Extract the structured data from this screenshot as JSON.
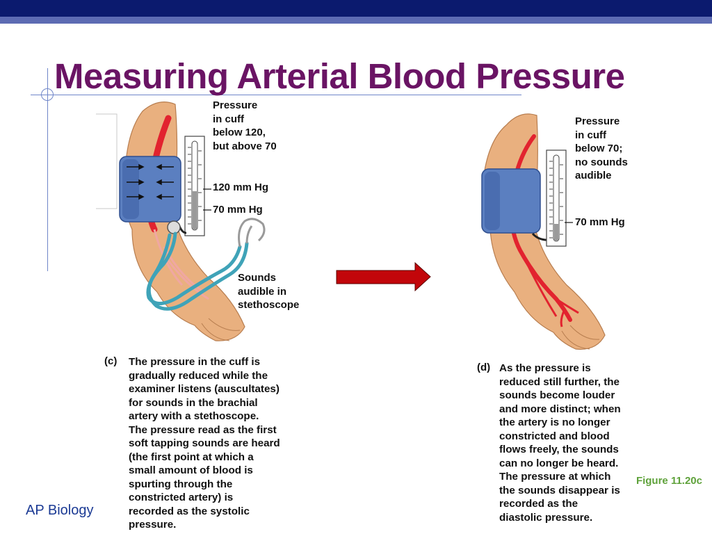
{
  "slide": {
    "title": "Measuring Arterial Blood Pressure",
    "footer_left": "AP Biology",
    "footer_right": "Figure 11.20c"
  },
  "panel_c": {
    "label_pressure": [
      "Pressure",
      "in cuff",
      "below 120,",
      "but above 70"
    ],
    "label_120": "120 mm Hg",
    "label_70": "70 mm Hg",
    "label_sounds": [
      "Sounds",
      "audible in",
      "stethoscope"
    ],
    "caption_tag": "(c)",
    "caption_lines": [
      "The pressure in the cuff is",
      "gradually reduced while the",
      "examiner listens (auscultates)",
      "for sounds in the brachial",
      "artery with a stethoscope.",
      "The pressure read as the first",
      "soft tapping sounds are heard",
      "(the first point at which a",
      "small amount of blood is",
      "spurting through the",
      "constricted artery) is",
      "recorded as the systolic",
      "pressure."
    ]
  },
  "panel_d": {
    "label_pressure": [
      "Pressure",
      "in cuff",
      "below 70;",
      "no sounds",
      "audible"
    ],
    "label_70": "70 mm Hg",
    "caption_tag": "(d)",
    "caption_lines": [
      "As the pressure is",
      "reduced still further, the",
      "sounds become louder",
      "and more distinct; when",
      "the artery is no longer",
      "constricted and blood",
      "flows freely, the sounds",
      "can no longer be heard.",
      "The pressure at which",
      "the sounds disappear is",
      "recorded as the",
      "diastolic pressure."
    ]
  },
  "colors": {
    "arm": "#e9b07f",
    "cuff": "#5b7fc0",
    "artery": "#e2232f",
    "stethoscope": "#3fa3b8",
    "arrow": "#c2060a",
    "title": "#6a1464"
  }
}
